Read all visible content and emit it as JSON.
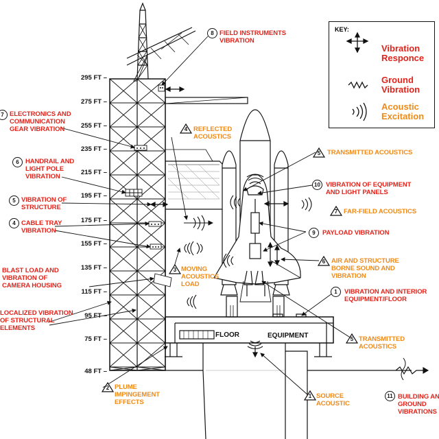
{
  "key": {
    "title": "KEY:",
    "items": [
      {
        "label": "Vibration\nResponce",
        "color": "#e2231a",
        "icon": "double-arrow-icon"
      },
      {
        "label": "Ground\nVibration",
        "color": "#e2231a",
        "icon": "wavy-line-icon"
      },
      {
        "label": "Acoustic\nExcitation",
        "color": "#ef8a17",
        "icon": "sound-arcs-icon"
      }
    ]
  },
  "elevations": [
    "295 FT",
    "275 FT",
    "255 FT",
    "235 FT",
    "215 FT",
    "195 FT",
    "175 FT",
    "155 FT",
    "135 FT",
    "115 FT",
    "95 FT",
    "75 FT",
    "48 FT"
  ],
  "floor_labels": {
    "floor": "FLOOR",
    "equipment": "EQUIPMENT"
  },
  "labels": [
    {
      "id": "field-instruments",
      "num": "8",
      "marker": "circle",
      "text": "FIELD INSTRUMENTS\nVIBRATION",
      "color": "red"
    },
    {
      "id": "electronics",
      "num": "7",
      "marker": "circle",
      "text": "ELECTRONICS AND\nCOMMUNICATION\nGEAR VIBRATION",
      "color": "red"
    },
    {
      "id": "handrail",
      "num": "6",
      "marker": "circle",
      "text": "HANDRAIL AND\nLIGHT POLE\nVIBRATION",
      "color": "red"
    },
    {
      "id": "vibration-structure",
      "num": "5",
      "marker": "circle",
      "text": "VIBRATION OF\nSTRUCTURE",
      "color": "red"
    },
    {
      "id": "cable-tray",
      "num": "4",
      "marker": "circle",
      "text": "CABLE TRAY\nVIBRATION",
      "color": "red"
    },
    {
      "id": "blast-load",
      "num": "",
      "marker": "none",
      "text": "BLAST LOAD AND\nVIBRATION OF\nCAMERA HOUSING",
      "color": "red"
    },
    {
      "id": "localized",
      "num": "",
      "marker": "none",
      "text": "LOCALIZED VIBRATION\nOF STRUCTURAL\nELEMENTS",
      "color": "red"
    },
    {
      "id": "reflected",
      "num": "4",
      "marker": "triangle",
      "text": "REFLECTED\nACOUSTICS",
      "color": "orange"
    },
    {
      "id": "transmitted-top",
      "num": "5",
      "marker": "triangle",
      "text": "TRANSMITTED ACOUSTICS",
      "color": "orange"
    },
    {
      "id": "equipment-panels",
      "num": "10",
      "marker": "circle",
      "text": "VIBRATION OF EQUIPMENT\nAND LIGHT PANELS",
      "color": "red"
    },
    {
      "id": "far-field",
      "num": "7",
      "marker": "triangle",
      "text": "FAR-FIELD ACOUSTICS",
      "color": "orange"
    },
    {
      "id": "payload",
      "num": "9",
      "marker": "circle",
      "text": "PAYLOAD VIBRATION",
      "color": "red"
    },
    {
      "id": "air-structure",
      "num": "6",
      "marker": "triangle",
      "text": "AIR AND STRUCTURE\nBORNE SOUND AND\nVIBRATION",
      "color": "orange"
    },
    {
      "id": "moving-acoustics",
      "num": "3",
      "marker": "triangle",
      "text": "MOVING\nACOUSTICS\nLOAD",
      "color": "orange"
    },
    {
      "id": "interior-equipment",
      "num": "1",
      "marker": "circle",
      "text": "VIBRATION AND INTERIOR\nEQUIPMENT/FLOOR",
      "color": "red"
    },
    {
      "id": "transmitted-bottom",
      "num": "5",
      "marker": "triangle",
      "text": "TRANSMITTED\nACOUSTICS",
      "color": "orange"
    },
    {
      "id": "plume",
      "num": "2",
      "marker": "triangle",
      "text": "PLUME\nIMPINGEMENT\nEFFECTS",
      "color": "orange"
    },
    {
      "id": "source-acoustic",
      "num": "1",
      "marker": "triangle",
      "text": "SOURCE\nACOUSTIC",
      "color": "orange"
    },
    {
      "id": "building-ground",
      "num": "11",
      "marker": "circle",
      "text": "BUILDING AND\nGROUND\nVIBRATIONS",
      "color": "red"
    }
  ]
}
